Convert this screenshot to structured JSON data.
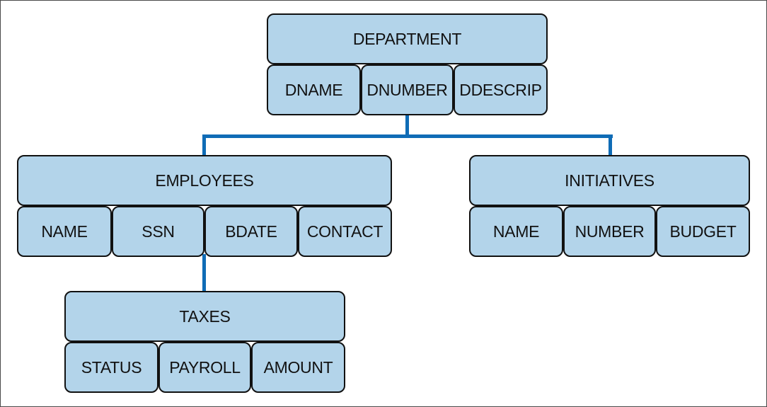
{
  "colors": {
    "box_fill": "#b3d4ea",
    "box_border": "#111111",
    "connector": "#0f6cb6",
    "frame_border": "#4a4a4a"
  },
  "department": {
    "title": "DEPARTMENT",
    "fields": [
      "DNAME",
      "DNUMBER",
      "DDESCRIP"
    ]
  },
  "employees": {
    "title": "EMPLOYEES",
    "fields": [
      "NAME",
      "SSN",
      "BDATE",
      "CONTACT"
    ]
  },
  "initiatives": {
    "title": "INITIATIVES",
    "fields": [
      "NAME",
      "NUMBER",
      "BUDGET"
    ]
  },
  "taxes": {
    "title": "TAXES",
    "fields": [
      "STATUS",
      "PAYROLL",
      "AMOUNT"
    ]
  }
}
